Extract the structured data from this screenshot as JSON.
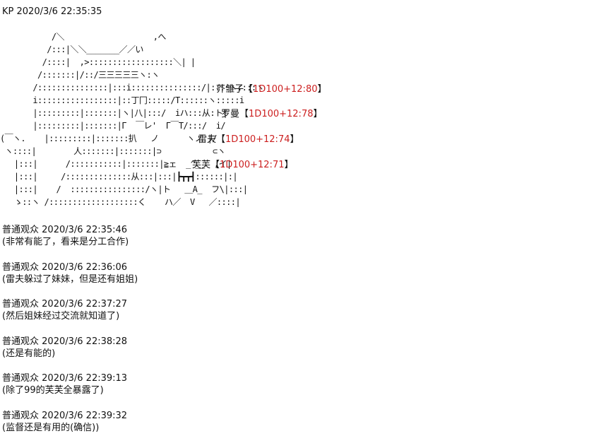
{
  "header": {
    "author": "KP",
    "timestamp": "2020/3/6 22:35:35"
  },
  "ascii_art": "           /＼                   ,へ\n          /:::|＼＼_______／／い\n         /::::|  ,>::::::::::::::::::＼| |\n        /:::::::|/::/三三三三三ヽ:ヽ\n       /:::::::::::::::|:::i:::::::::::::::/|::::ヽ::::ヽ\n       i:::::::::::::::::|::丁冂:::::/Τ::::::ヽ:::::i\n       |:::::::::|:::::::|ヽ|八|:::/  iハ:::从:ト|\n       |:::::::::|:::::::|Γ  ￣レ'  Γ￣Τ/:::/  i/\n(￣ヽ.    |:::::::::|:::::::扒   ノ      ヽノ |/\n ヽ::::|        人:::::::|:::::::|⊃           ⊂ヽ\n   |:::|      /:::::::::::|:::::::|≧ェ  _^__  ,イ|\n   |:::|     /::::::::::::::从:::|:::|┣┳┳┫::::::|:|\n   |:::|    /  ::::::::::::::::/ヽ|ト   ＿A_  フ\\|:::|\n   ゝ::ヽ /:::::::::::::::::::く    ハ／  V   ／::::|",
  "rolls": [
    {
      "name": "芥雏子",
      "open": "【",
      "dice": "1D100+12:80",
      "close": "】"
    },
    {
      "name": "罗曼",
      "open": "【",
      "dice": "1D100+12:78",
      "close": "】"
    },
    {
      "name": "雷夫",
      "open": "【",
      "dice": "1D100+12:74",
      "close": "】"
    },
    {
      "name": "芙芙",
      "open": "【",
      "dice": "1D100+12:71",
      "close": "】"
    }
  ],
  "comments": [
    {
      "author": "普通观众",
      "timestamp": "2020/3/6 22:35:46",
      "text": "(非常有能了，看来是分工合作)"
    },
    {
      "author": "普通观众",
      "timestamp": "2020/3/6 22:36:06",
      "text": "(雷夫躲过了妹妹，但是还有姐姐)"
    },
    {
      "author": "普通观众",
      "timestamp": "2020/3/6 22:37:27",
      "text": "(然后姐妹经过交流就知道了)"
    },
    {
      "author": "普通观众",
      "timestamp": "2020/3/6 22:38:28",
      "text": "(还是有能的)"
    },
    {
      "author": "普通观众",
      "timestamp": "2020/3/6 22:39:13",
      "text": "(除了99的芙芙全暴露了)"
    },
    {
      "author": "普通观众",
      "timestamp": "2020/3/6 22:39:32",
      "text": "(监督还是有用的(确信))"
    }
  ]
}
